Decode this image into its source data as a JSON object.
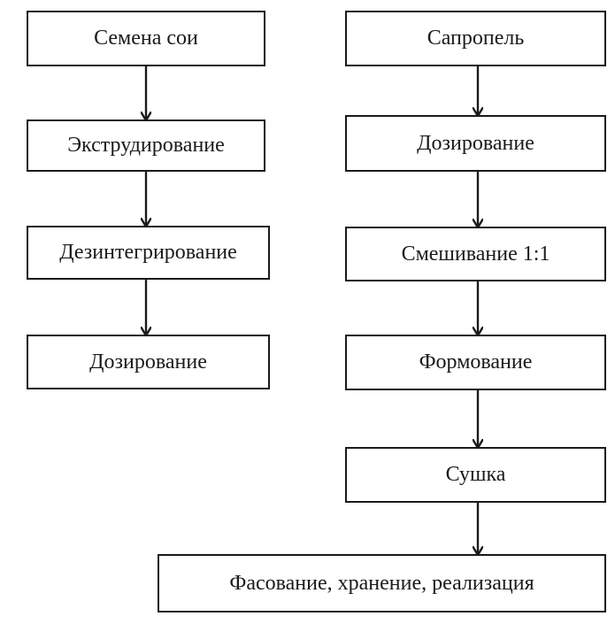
{
  "left_column": [
    "Семена сои",
    "Экструдирование",
    "Дезинтегрирование",
    "Дозирование"
  ],
  "right_column": [
    "Сапропель",
    "Дозирование",
    "Смешивание 1:1",
    "Формование",
    "Сушка"
  ],
  "final_step": "Фасование, хранение, реализация"
}
